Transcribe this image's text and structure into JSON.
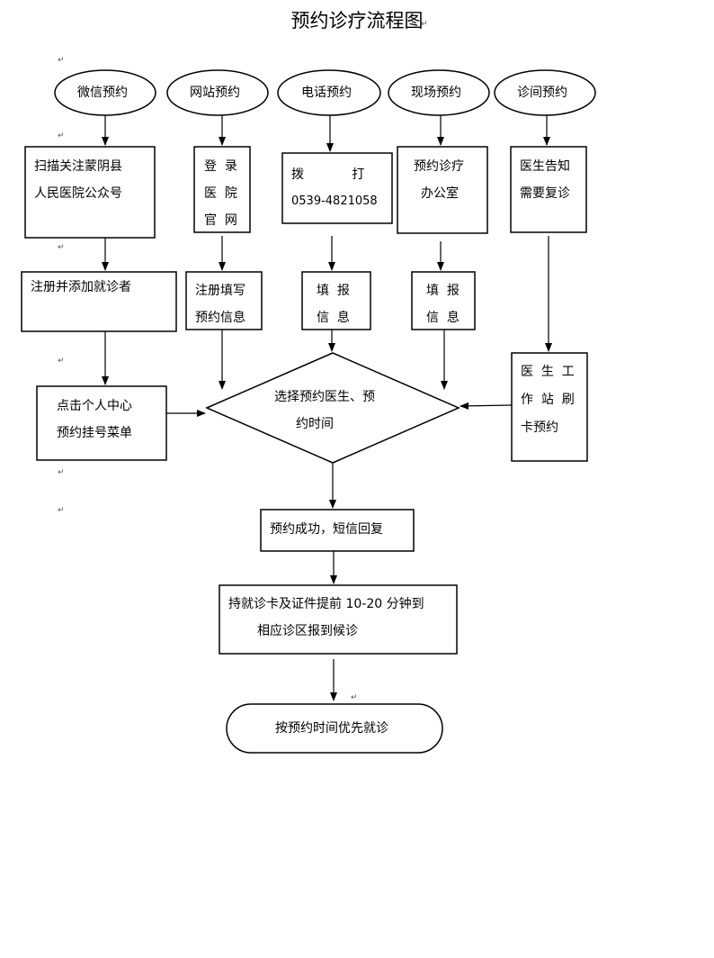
{
  "title": "预约诊疗流程图",
  "paragraph_mark": "↵",
  "channels": {
    "wechat": "微信预约",
    "website": "网站预约",
    "phone": "电话预约",
    "onsite": "现场预约",
    "clinic": "诊间预约"
  },
  "steps": {
    "wechat_1": [
      "扫描关注蒙阴县",
      "人民医院公众号"
    ],
    "wechat_2": [
      "注册并添加就诊者"
    ],
    "wechat_3": [
      "点击个人中心",
      "预约挂号菜单"
    ],
    "website_1": [
      "登  录",
      "医  院",
      "官  网"
    ],
    "website_2": [
      "注册填写",
      "预约信息"
    ],
    "phone_1": [
      "拨            打",
      "0539-4821058"
    ],
    "phone_2": [
      "填  报",
      "信  息"
    ],
    "onsite_1": [
      "预约诊疗",
      "办公室"
    ],
    "onsite_2": [
      "填  报",
      "信  息"
    ],
    "clinic_1": [
      "医生告知",
      "需要复诊"
    ],
    "clinic_2": [
      "医  生  工",
      "作  站  刷",
      "卡预约"
    ],
    "select": [
      "选择预约医生、预",
      "约时间"
    ],
    "success": [
      "预约成功，短信回复"
    ],
    "bring": [
      "持就诊卡及证件提前 10-20 分钟到",
      "相应诊区报到候诊"
    ],
    "final": [
      "按预约时间优先就诊"
    ]
  }
}
